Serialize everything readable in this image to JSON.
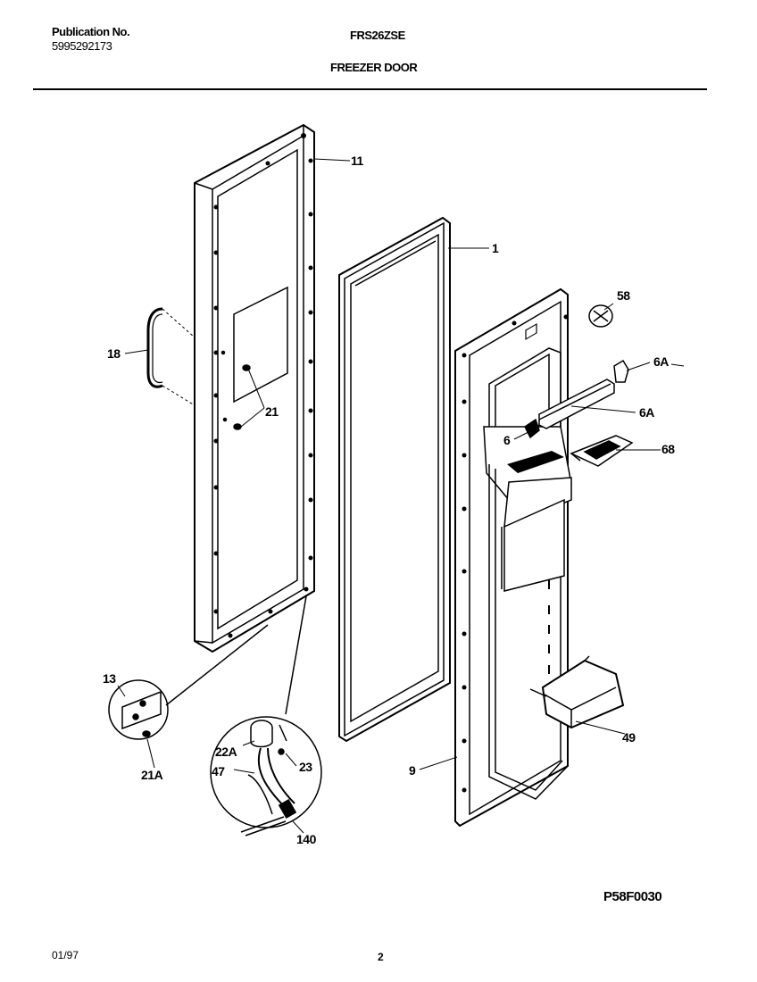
{
  "header": {
    "publication_label": "Publication No.",
    "publication_number": "5995292173",
    "model": "FRS26ZSE",
    "section_title": "FREEZER DOOR"
  },
  "callouts": {
    "c11": "11",
    "c1": "1",
    "c58": "58",
    "c18": "18",
    "c6A1": "6A",
    "c21": "21",
    "c6A2": "6A",
    "c6": "6",
    "c68": "68",
    "c13": "13",
    "c22A": "22A",
    "c23": "23",
    "c47": "47",
    "c21A": "21A",
    "c9": "9",
    "c140": "140",
    "c49": "49"
  },
  "diagram_code": "P58F0030",
  "footer": {
    "date": "01/97",
    "page_number": "2"
  }
}
